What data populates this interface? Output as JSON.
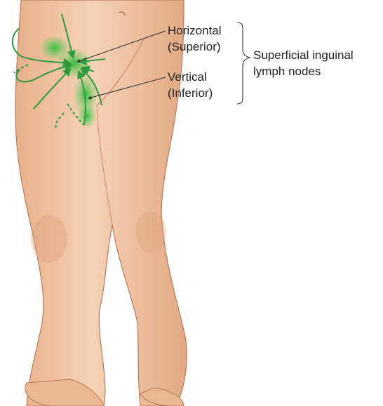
{
  "labels": {
    "horizontal": "Horizontal",
    "horizontal_sub": "(Superior)",
    "vertical": "Vertical",
    "vertical_sub": "(Inferior)",
    "group_line1": "Superficial inguinal",
    "group_line2": "lymph nodes"
  },
  "colors": {
    "skin": "#f2c6a6",
    "skin_shadow": "#d89a76",
    "outline": "#b87a58",
    "lymph_green": "#2e9b3e",
    "node_glow": "#5ccf5a",
    "leader_line": "#333333"
  }
}
